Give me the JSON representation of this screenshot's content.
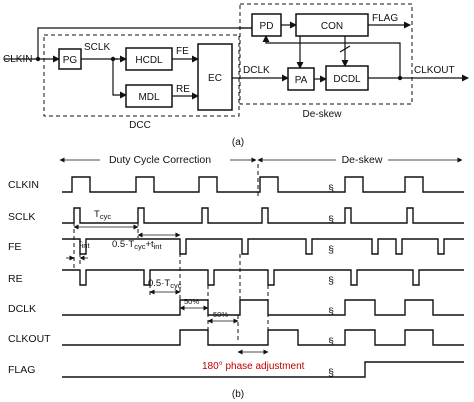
{
  "block_diagram": {
    "inputs": {
      "clkin": "CLKIN"
    },
    "signals": {
      "sclk": "SCLK",
      "fe": "FE",
      "re": "RE",
      "dclk": "DCLK",
      "flag": "FLAG",
      "clkout": "CLKOUT"
    },
    "blocks": {
      "pg": "PG",
      "hcdl": "HCDL",
      "mdl": "MDL",
      "ec": "EC",
      "pd": "PD",
      "con": "CON",
      "pa": "PA",
      "dcdl": "DCDL"
    },
    "groups": {
      "dcc": "DCC",
      "deskew": "De-skew"
    },
    "caption": "(a)"
  },
  "timing_diagram": {
    "phases": {
      "dcc": "Duty Cycle Correction",
      "deskew": "De-skew"
    },
    "signals": [
      "CLKIN",
      "SCLK",
      "FE",
      "RE",
      "DCLK",
      "CLKOUT",
      "FLAG"
    ],
    "annotations": {
      "tcyc_base": "T",
      "tcyc_sub": "cyc",
      "tint_base": "t",
      "tint_sub": "int",
      "half_tcyc_plus_tint_a": "0.5·T",
      "half_tcyc_plus_tint_sub1": "cyc",
      "half_tcyc_plus_tint_b": "+t",
      "half_tcyc_plus_tint_sub2": "int",
      "half_tcyc_a": "0.5·T",
      "half_tcyc_sub": "cyc",
      "pct_a": "50%",
      "pct_b": "50%",
      "phase_adjust": "180° phase adjustment",
      "break_mark": "§"
    },
    "caption": "(b)",
    "colors": {
      "phase_adjust": "#c00000"
    }
  }
}
